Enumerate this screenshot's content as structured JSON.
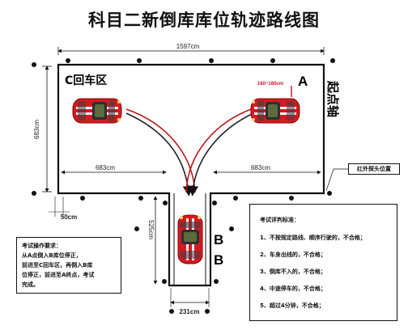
{
  "title": "科目二新倒库库位轨迹路线图",
  "dimensions": {
    "top_width": "1597cm",
    "left_height": "683cm",
    "left_half": "683cm",
    "right_half": "683cm",
    "lane_depth": "525cm",
    "lane_width": "231cm",
    "corner_gap": "50cm",
    "stop_range": "160~180cm"
  },
  "zones": {
    "c_zone": "C回车区",
    "a_label": "A",
    "b_label": "B",
    "start_text": "起点轴"
  },
  "sensor": {
    "label": "红外探头位置"
  },
  "procedure": {
    "title": "考试操作要求：",
    "text": "从A点倒入B库位停正，\n前进至C回车区，再倒入B库\n位停正，前进至A终点，考试\n完成。"
  },
  "criteria": {
    "title": "考试评判标准：",
    "items": [
      "1、不按规定路线、顺序行驶的，不合格；",
      "2、车身出线的，不合格；",
      "3、倒库不入的，不合格；",
      "4、中途停车的，不合格；",
      "5、超过4分钟，不合格；"
    ]
  },
  "colors": {
    "car": "#d41a1e",
    "track": "#c01416",
    "line": "#111111",
    "accent": "#d0102a"
  },
  "icons": {
    "car": "red-sports-car-icon",
    "sensor": "sensor-dot-icon"
  }
}
